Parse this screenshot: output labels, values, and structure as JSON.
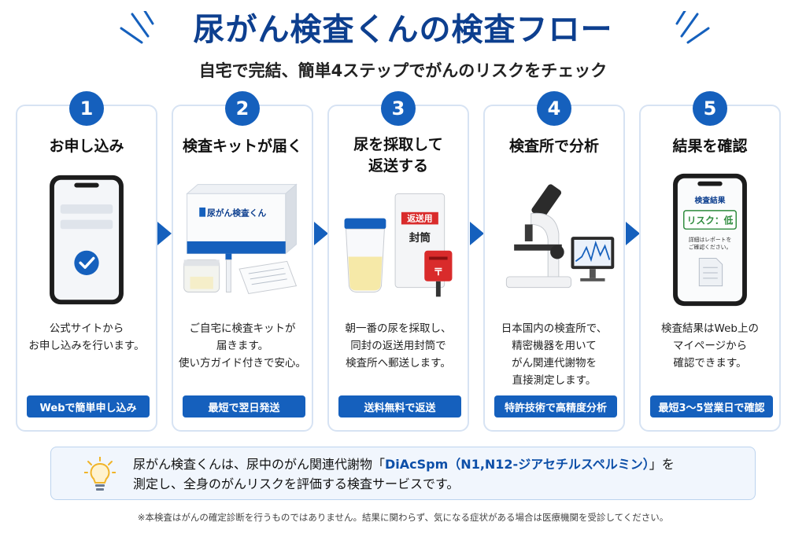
{
  "header": {
    "title": "尿がん検査くんの検査フロー",
    "subtitle": "自宅で完結、簡単4ステップでがんのリスクをチェック"
  },
  "steps": [
    {
      "number": "1",
      "title": "お申し込み",
      "description": "公式サイトから\nお申し込みを行います。",
      "badge": "Webで簡単申し込み"
    },
    {
      "number": "2",
      "title": "検査キットが届く",
      "description": "ご自宅に検査キットが\n届きます。\n使い方ガイド付きで安心。",
      "badge": "最短で翌日発送"
    },
    {
      "number": "3",
      "title": "尿を採取して\n返送する",
      "description": "朝一番の尿を採取し、\n同封の返送用封筒で\n検査所へ郵送します。",
      "badge": "送料無料で返送"
    },
    {
      "number": "4",
      "title": "検査所で分析",
      "description": "日本国内の検査所で、\n精密機器を用いて\nがん関連代謝物を\n直接測定します。",
      "badge": "特許技術で高精度分析"
    },
    {
      "number": "5",
      "title": "結果を確認",
      "description": "検査結果はWeb上の\nマイページから\n確認できます。",
      "badge": "最短3～5営業日で確認"
    }
  ],
  "illustrations": {
    "kit_box_label": "尿がん検査くん",
    "envelope_label": "返送用",
    "envelope_text": "封筒",
    "postbox_mark": "〒",
    "result_screen_title": "検査結果",
    "result_risk": "リスク：低",
    "result_note_line1": "詳細はレポートを",
    "result_note_line2": "ご確認ください。"
  },
  "info": {
    "prefix": "尿がん検査くんは、尿中のがん関連代謝物「",
    "highlight": "DiAcSpm（N1,N12-ジアセチルスペルミン）",
    "suffix": "」を",
    "line2": "測定し、全身のがんリスクを評価する検査サービスです。"
  },
  "note": "※本検査はがんの確定診断を行うものではありません。結果に関わらず、気になる症状がある場合は医療機関を受診してください。",
  "colors": {
    "primary": "#1560bd",
    "title": "#0d3f8f",
    "border": "#d7e3f3"
  }
}
